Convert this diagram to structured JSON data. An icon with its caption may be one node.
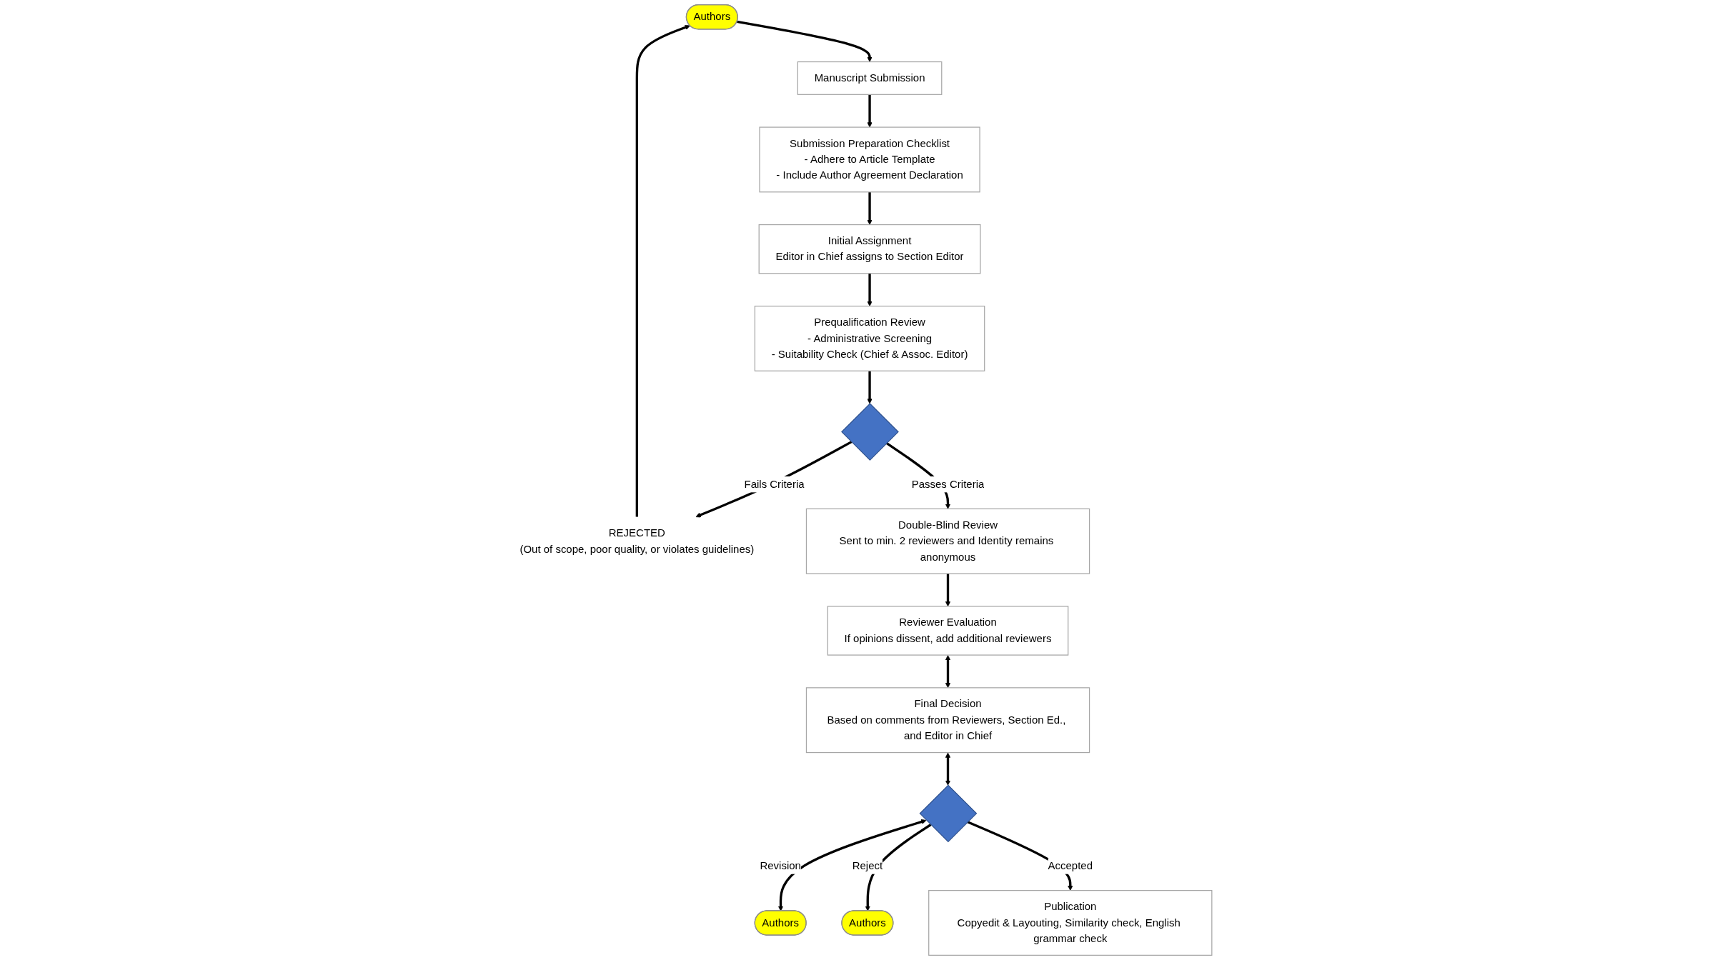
{
  "diagram": {
    "nodes": [
      {
        "text": [
          "Authors"
        ]
      },
      {
        "text": [
          "Manuscript Submission"
        ]
      },
      {
        "text": [
          "Submission Preparation Checklist",
          "- Adhere to Article Template",
          "- Include Author Agreement Declaration"
        ]
      },
      {
        "text": [
          "Initial Assignment",
          "Editor in Chief assigns to Section Editor"
        ]
      },
      {
        "text": [
          "Prequalification Review",
          "- Administrative Screening",
          "- Suitability Check (Chief & Assoc. Editor)"
        ]
      },
      {
        "text": [],
        "shape": "diamond"
      },
      {
        "text": [
          "REJECTED",
          "(Out of scope, poor quality, or violates guidelines)"
        ]
      },
      {
        "text": [
          "Double-Blind Review",
          "Sent to min. 2 reviewers and Identity remains anonymous"
        ]
      },
      {
        "text": [
          "Reviewer Evaluation",
          "If opinions dissent, add additional reviewers"
        ]
      },
      {
        "text": [
          "Final Decision",
          "Based on comments from Reviewers, Section Ed., and Editor in Chief"
        ]
      },
      {
        "text": [],
        "shape": "diamond"
      },
      {
        "text": [
          "Publication",
          "Copyedit & Layouting, Similarity check, English grammar check"
        ]
      },
      {
        "text": [
          "Authors"
        ]
      },
      {
        "text": [
          "Authors"
        ]
      }
    ],
    "edges": [
      {
        "from": 0,
        "to": 1,
        "arrow": "to"
      },
      {
        "from": 1,
        "to": 2,
        "arrow": "to"
      },
      {
        "from": 2,
        "to": 3,
        "arrow": "to"
      },
      {
        "from": 3,
        "to": 4,
        "arrow": "to"
      },
      {
        "from": 4,
        "to": 5,
        "arrow": "to"
      },
      {
        "from": 5,
        "to": 6,
        "arrow": "to",
        "label": "Fails Criteria"
      },
      {
        "from": 6,
        "to": 0,
        "arrow": "to"
      },
      {
        "from": 5,
        "to": 7,
        "arrow": "to",
        "label": "Passes Criteria"
      },
      {
        "from": 7,
        "to": 8,
        "arrow": "to"
      },
      {
        "from": 8,
        "to": 9,
        "arrow": "both"
      },
      {
        "from": 9,
        "to": 10,
        "arrow": "both"
      },
      {
        "from": 10,
        "to": 12,
        "arrow": "both",
        "label": "Revision"
      },
      {
        "from": 10,
        "to": 13,
        "arrow": "to",
        "label": "Reject"
      },
      {
        "from": 10,
        "to": 11,
        "arrow": "to",
        "label": "Accepted"
      }
    ]
  }
}
